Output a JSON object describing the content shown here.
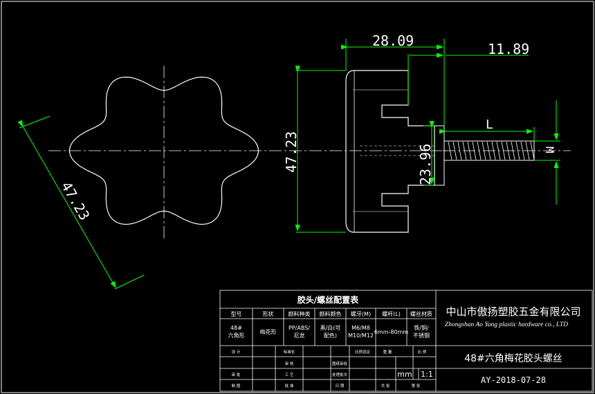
{
  "colors": {
    "background": "#000000",
    "outline": "#ffffff",
    "dimension": "#00ff00",
    "centerline": "#ffffff"
  },
  "dimensions": {
    "star_span": "47.23",
    "head_length": "28.09",
    "thread_offset": "11.89",
    "head_height": "47.23",
    "hub_diameter": "23.96",
    "screw_length": "L",
    "thread": "M"
  },
  "title_block": {
    "table_title": "胶头/螺丝配置表",
    "headers": [
      "型号",
      "形状",
      "颜料种类",
      "颜料颜色",
      "螺牙(M)",
      "螺杆(L)",
      "螺丝材质"
    ],
    "row": [
      "48#\n六角形",
      "梅花形",
      "PP/ABS/\n尼龙",
      "黑/白(可\n配色)",
      "M6/M8\nM10/M12",
      "6mm-80mm",
      "铁/铜/\n不锈钢"
    ],
    "company_cn": "中山市傲扬塑胶五金有限公司",
    "company_en": "Zhongshan Ao Yang plastic hardware co., LTD",
    "drawing_title": "48#六角梅花胶头螺丝",
    "drawing_no": "AY-2018-07-28",
    "unit": "mm",
    "scale": "1:1",
    "small_labels": {
      "r1c1": "设  计",
      "r1c3": "标准化",
      "r1c5": "比例设定",
      "r1c7": "重  量",
      "r1c8": "比  例",
      "r2c3": "审  核",
      "r2c4": "图纸审批",
      "r3c1": "审  批",
      "r3c3": "工  艺",
      "r3c4": "处理批次",
      "r4c1": "制  图",
      "r4c3": "批  准",
      "r4c5": "日  期",
      "r4c6": "共    张",
      "r4c7": "第    张"
    }
  }
}
